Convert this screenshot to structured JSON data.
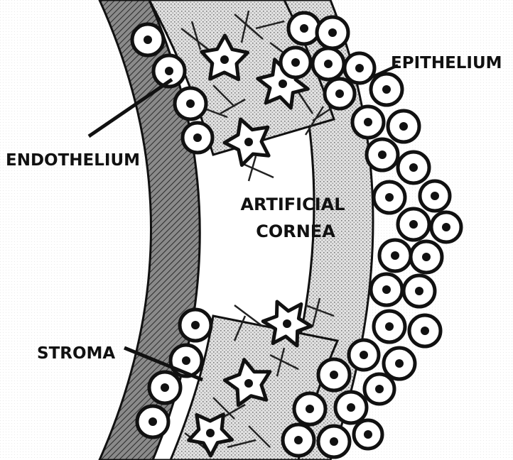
{
  "labels": {
    "epithelium": "EPITHELIUM",
    "endothelium": "ENDOTHELIUM",
    "stroma": "STROMA",
    "center_line1": "ARTIFICIAL",
    "center_line2": "CORNEA"
  },
  "colors": {
    "ink": "#111111",
    "dark_hatch": "#7a7a7a",
    "light_hatch": "#cfcfcf",
    "paper": "#ffffff",
    "speckle": "#f4f4f4"
  }
}
